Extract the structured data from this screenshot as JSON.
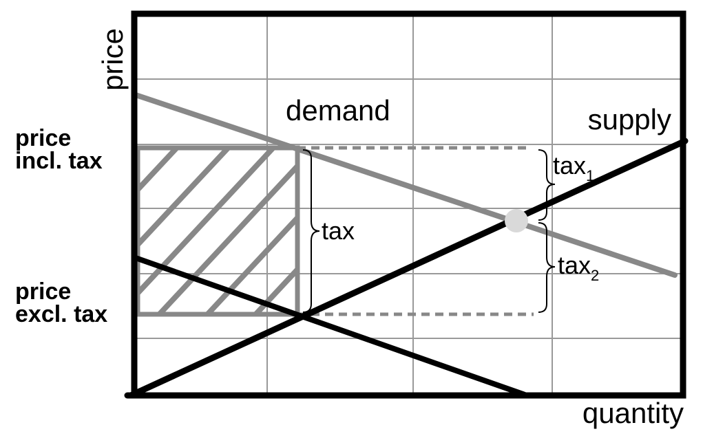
{
  "axes": {
    "y_label": "price",
    "x_label": "quantity"
  },
  "curves": {
    "demand_label": "demand",
    "supply_label": "supply"
  },
  "price_levels": {
    "incl_tax": [
      "price",
      "incl. tax"
    ],
    "excl_tax": [
      "price",
      "excl. tax"
    ]
  },
  "tax": {
    "total_label": "tax",
    "part1_label": "tax",
    "part1_sub": "1",
    "part2_label": "tax",
    "part2_sub": "2"
  },
  "colors": {
    "axis": "#000000",
    "grid": "#999999",
    "demand": "#888888",
    "supply": "#000000",
    "shifted_demand": "#000000",
    "hatch": "#888888",
    "equilibrium_dot": "#d9d9d9"
  }
}
